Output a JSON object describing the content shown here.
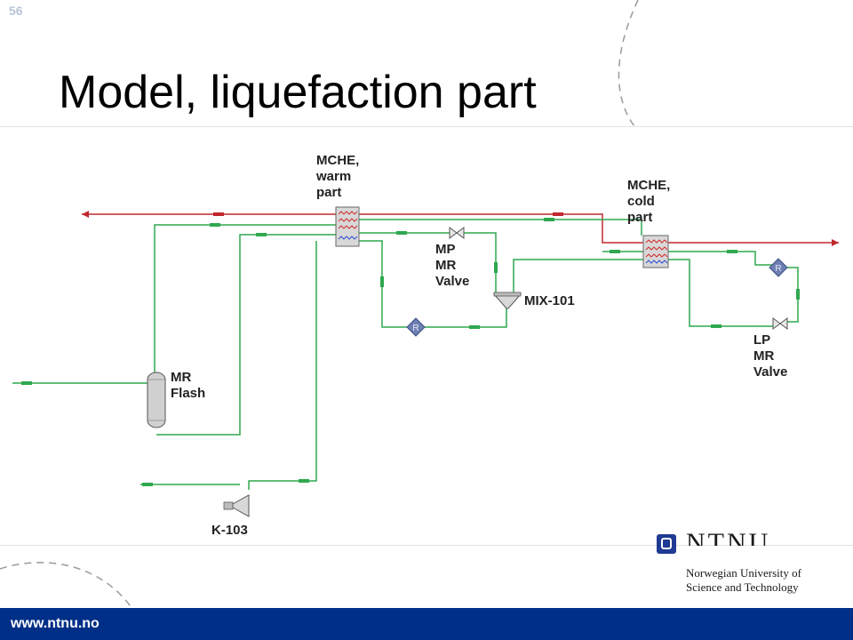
{
  "slide": {
    "number": "56",
    "title": "Model, liquefaction part"
  },
  "diagram": {
    "units": {
      "mche_warm": [
        "MCHE,",
        "warm",
        "part"
      ],
      "mche_cold": [
        "MCHE,",
        "cold",
        "part"
      ],
      "mp_valve": [
        "MP",
        "MR",
        "Valve"
      ],
      "lp_valve": [
        "LP",
        "MR",
        "Valve"
      ],
      "mix": [
        "MIX-101"
      ],
      "mr_flash": [
        "MR",
        "Flash"
      ],
      "compressor": [
        "K-103"
      ]
    },
    "recycle_mark": "R",
    "colors": {
      "hot_stream": "#c0282e",
      "mr_stream": "#2fa84f",
      "unit_fill": "#d8d8d8",
      "recycle_fill": "#6d7fb3"
    }
  },
  "branding": {
    "logo_word": "NTNU",
    "logo_line1": "Norwegian University of",
    "logo_line2": "Science and Technology",
    "url": "www.ntnu.no",
    "footer_color": "#002f87"
  }
}
